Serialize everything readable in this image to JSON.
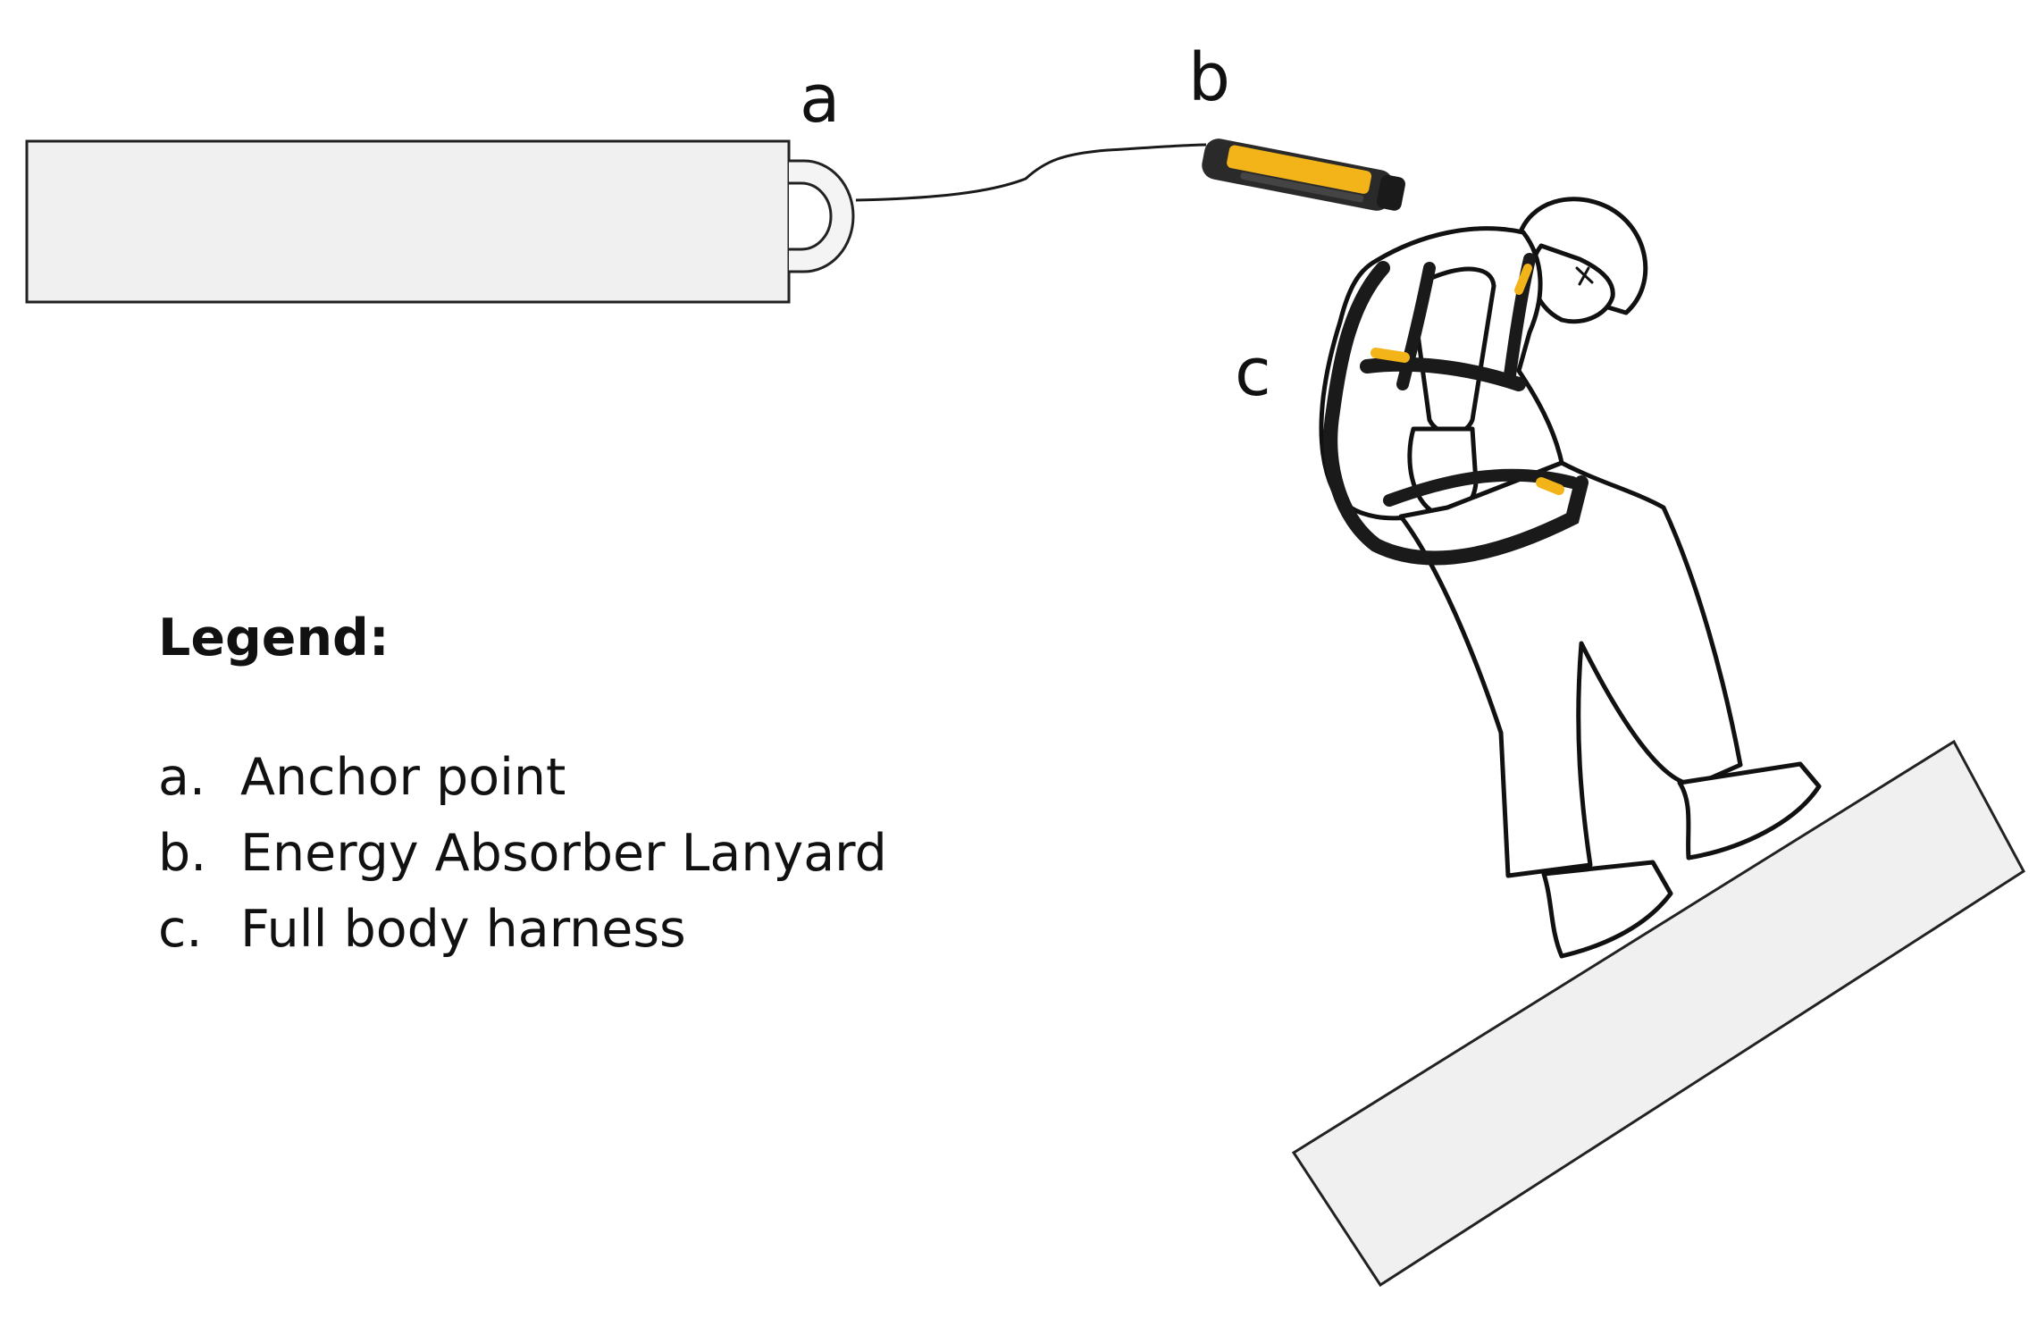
{
  "diagram": {
    "callouts": {
      "anchor": "a",
      "lanyard": "b",
      "harness": "c"
    },
    "colors": {
      "slab_fill": "#f0f0f0",
      "outline": "#222222",
      "harness_webbing": "#1a1a1a",
      "harness_accent": "#f2b418",
      "lanyard_yellow": "#f2b418"
    },
    "icons": {
      "anchor": "anchor-point-icon",
      "lanyard": "energy-absorber-icon",
      "worker": "worker-figure-icon"
    }
  },
  "legend": {
    "title": "Legend:",
    "items": [
      {
        "letter": "a.",
        "label": "Anchor point"
      },
      {
        "letter": "b.",
        "label": "Energy Absorber Lanyard"
      },
      {
        "letter": "c.",
        "label": "Full body harness"
      }
    ]
  }
}
